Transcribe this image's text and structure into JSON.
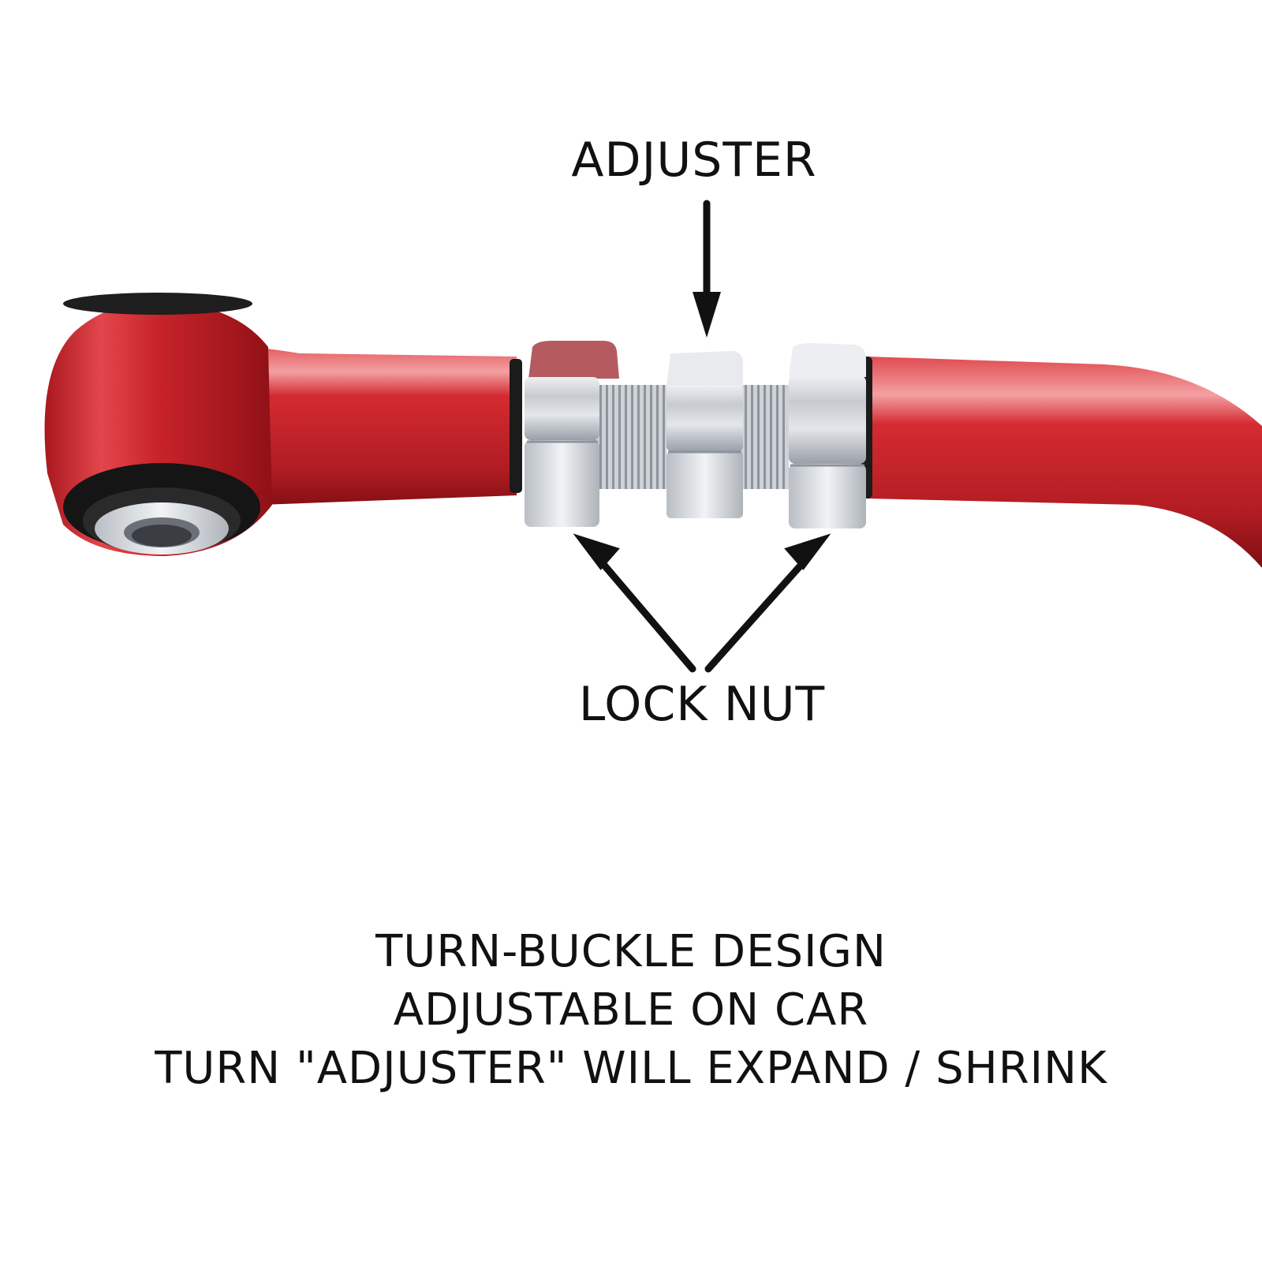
{
  "labels": {
    "adjuster": "ADJUSTER",
    "lock_nut": "LOCK NUT"
  },
  "caption": {
    "line1": "TURN-BUCKLE DESIGN",
    "line2": "ADJUSTABLE ON CAR",
    "line3": "TURN \"ADJUSTER\" WILL EXPAND / SHRINK"
  },
  "colors": {
    "arm_red": "#c8232a",
    "arm_dark": "#8f1116",
    "metal": "#c9ccd2",
    "bushing": "#1a1a1a",
    "text": "#111111"
  },
  "icons": [
    "control-arm-illustration",
    "arrow-down-icon",
    "arrow-diagonal-icon"
  ]
}
